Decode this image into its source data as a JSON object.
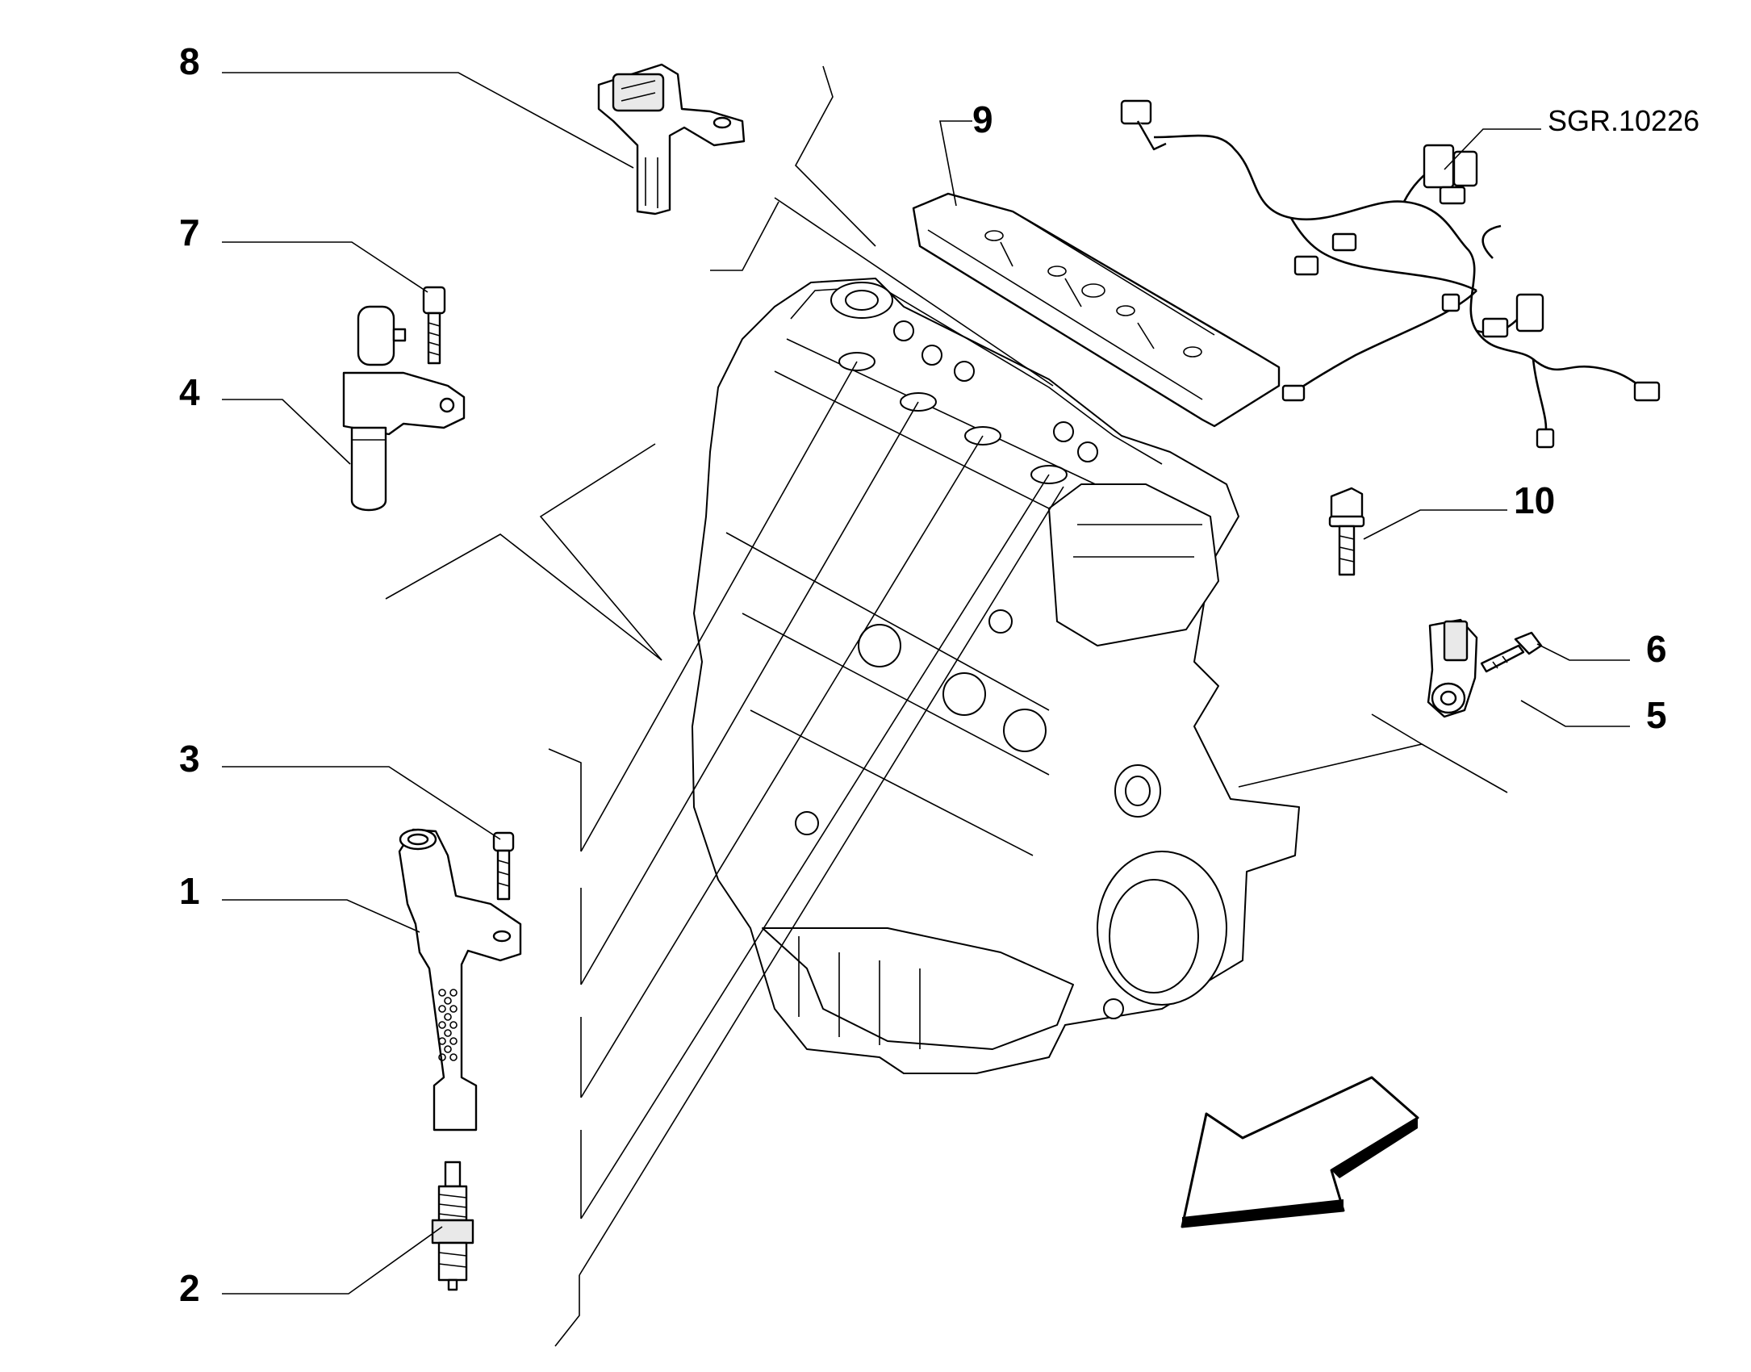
{
  "diagram": {
    "reference_code": "SGR.10226",
    "callouts": [
      {
        "id": "8",
        "label": "8"
      },
      {
        "id": "7",
        "label": "7"
      },
      {
        "id": "4",
        "label": "4"
      },
      {
        "id": "3",
        "label": "3"
      },
      {
        "id": "1",
        "label": "1"
      },
      {
        "id": "2",
        "label": "2"
      },
      {
        "id": "9",
        "label": "9"
      },
      {
        "id": "10",
        "label": "10"
      },
      {
        "id": "6",
        "label": "6"
      },
      {
        "id": "5",
        "label": "5"
      }
    ],
    "orientation_arrow": "arrow-icon"
  }
}
